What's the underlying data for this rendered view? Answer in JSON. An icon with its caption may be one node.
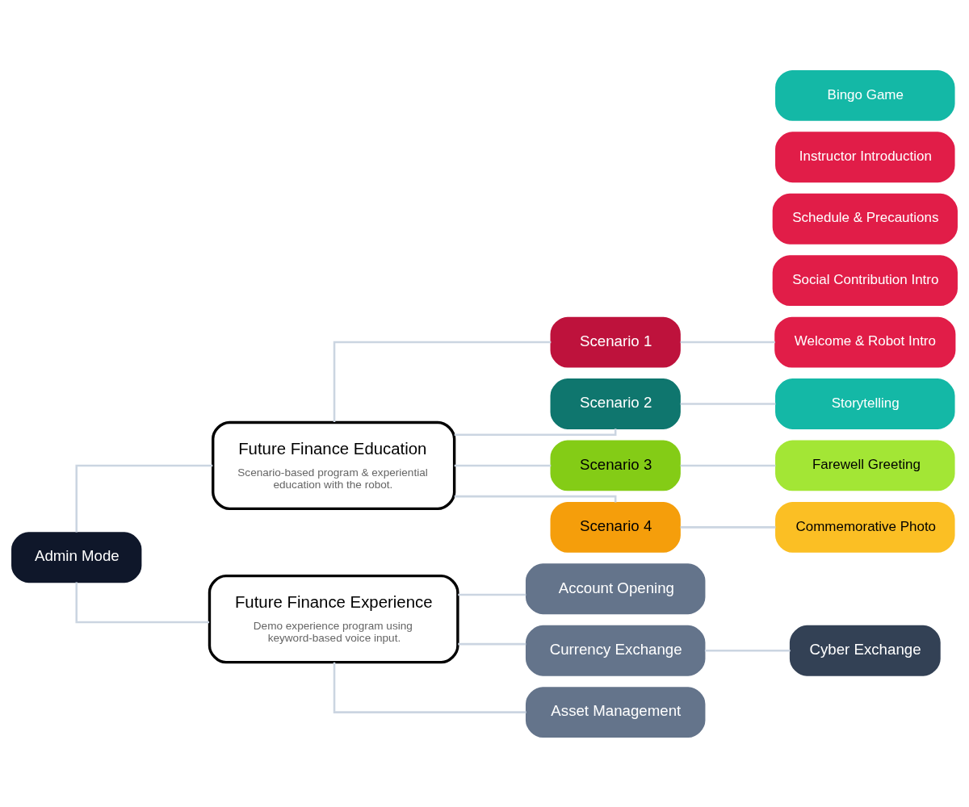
{
  "diagram": {
    "nodes": [
      {
        "text": [
          "Admin Mode"
        ]
      },
      {
        "text": [
          "Future Finance Education",
          "Scenario-based program & experiential education with the robot."
        ]
      },
      {
        "text": [
          "Scenario 1"
        ]
      },
      {
        "text": [
          "Welcome & Robot Intro"
        ]
      },
      {
        "text": [
          "Social Contribution Intro"
        ]
      },
      {
        "text": [
          "Schedule & Precautions"
        ]
      },
      {
        "text": [
          "Instructor Introduction"
        ]
      },
      {
        "text": [
          "Scenario 2"
        ]
      },
      {
        "text": [
          "Storytelling"
        ]
      },
      {
        "text": [
          "Bingo Game"
        ]
      },
      {
        "text": [
          "Scenario 3"
        ]
      },
      {
        "text": [
          "Farewell Greeting"
        ]
      },
      {
        "text": [
          "Scenario 4"
        ]
      },
      {
        "text": [
          "Commemorative Photo"
        ]
      },
      {
        "text": [
          "Future Finance Experience",
          "Demo experience program using keyword-based voice input."
        ]
      },
      {
        "text": [
          "Account Opening"
        ]
      },
      {
        "text": [
          "Currency Exchange"
        ]
      },
      {
        "text": [
          "Cyber Exchange"
        ]
      },
      {
        "text": [
          "Asset Management"
        ]
      }
    ],
    "edges": [
      {
        "from": 0,
        "to": 1,
        "arrow": "none"
      },
      {
        "from": 0,
        "to": 14,
        "arrow": "none"
      },
      {
        "from": 1,
        "to": 2,
        "arrow": "none"
      },
      {
        "from": 1,
        "to": 7,
        "arrow": "none"
      },
      {
        "from": 1,
        "to": 10,
        "arrow": "none"
      },
      {
        "from": 1,
        "to": 12,
        "arrow": "none"
      },
      {
        "from": 2,
        "to": 3,
        "arrow": "none"
      },
      {
        "from": 7,
        "to": 8,
        "arrow": "none"
      },
      {
        "from": 10,
        "to": 11,
        "arrow": "none"
      },
      {
        "from": 12,
        "to": 13,
        "arrow": "none"
      },
      {
        "from": 14,
        "to": 15,
        "arrow": "none"
      },
      {
        "from": 14,
        "to": 16,
        "arrow": "none"
      },
      {
        "from": 14,
        "to": 18,
        "arrow": "none"
      },
      {
        "from": 16,
        "to": 17,
        "arrow": "none"
      }
    ]
  }
}
